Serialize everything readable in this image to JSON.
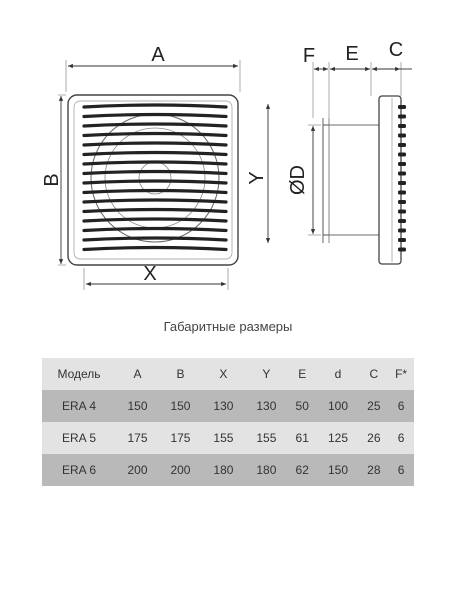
{
  "drawing": {
    "front_view": {
      "width_label": "A",
      "height_label": "B",
      "inner_width_label": "X",
      "inner_height_label": "Y"
    },
    "side_view": {
      "top_labels": [
        "F",
        "E",
        "C"
      ],
      "diameter_label": "ØD"
    }
  },
  "table": {
    "title": "Габаритные размеры",
    "columns": [
      "Модель",
      "A",
      "B",
      "X",
      "Y",
      "E",
      "d",
      "C",
      "F*"
    ],
    "rows": [
      [
        "ERA 4",
        "150",
        "150",
        "130",
        "130",
        "50",
        "100",
        "25",
        "6"
      ],
      [
        "ERA 5",
        "175",
        "175",
        "155",
        "155",
        "61",
        "125",
        "26",
        "6"
      ],
      [
        "ERA 6",
        "200",
        "200",
        "180",
        "180",
        "62",
        "150",
        "28",
        "6"
      ]
    ]
  }
}
